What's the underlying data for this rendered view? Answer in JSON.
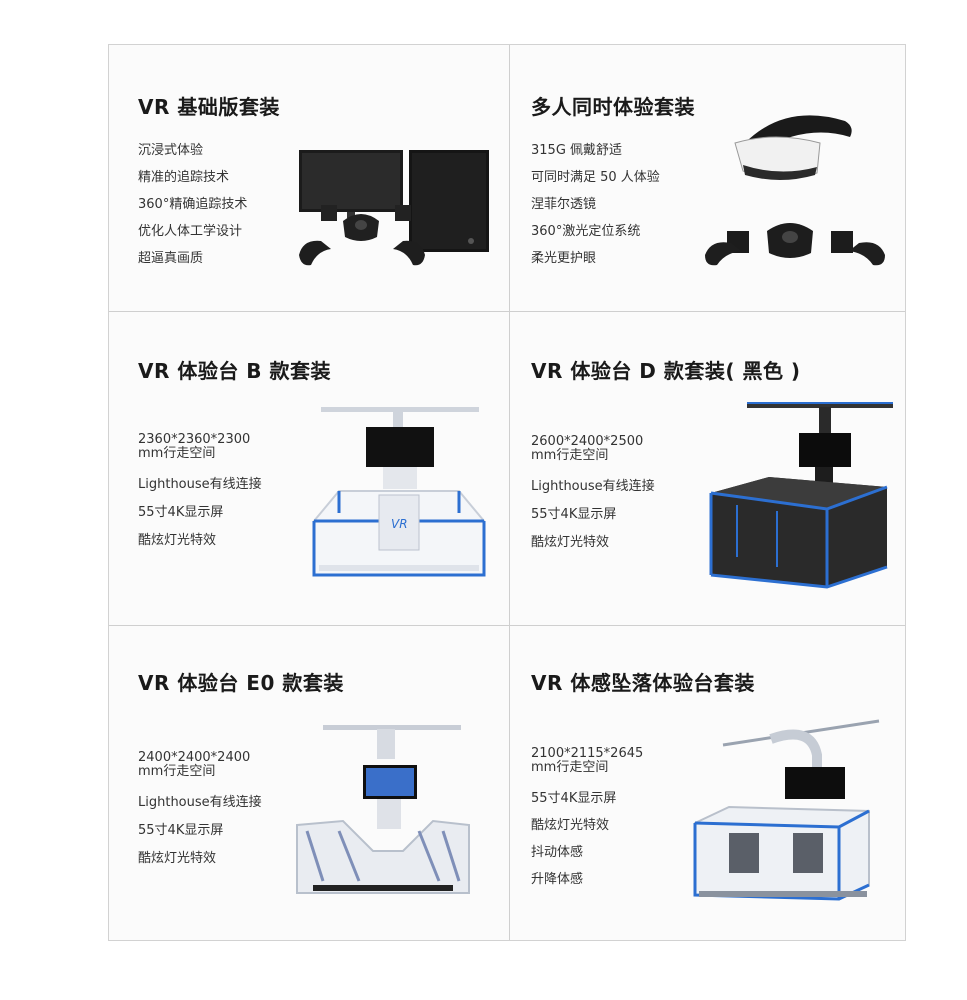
{
  "products": [
    {
      "title": "VR 基础版套装",
      "features": [
        "沉浸式体验",
        "精准的追踪技术",
        "360°精确追踪技术",
        "优化人体工学设计",
        "超逼真画质"
      ],
      "image_icon": "vr-pc-kit-icon"
    },
    {
      "title": "多人同时体验套装",
      "features": [
        "315G 佩戴舒适",
        "可同时满足 50 人体验",
        "涅菲尔透镜",
        "360°激光定位系统",
        "柔光更护眼"
      ],
      "image_icon": "vr-headset-kit-icon"
    },
    {
      "title": "VR 体验台 B 款套装",
      "features": [
        "2360*2360*2300 mm行走空间",
        "Lighthouse有线连接",
        "55寸4K显示屏",
        "酷炫灯光特效"
      ],
      "image_icon": "vr-platform-b-icon"
    },
    {
      "title": "VR 体验台 D 款套装( 黑色 )",
      "features": [
        "2600*2400*2500 mm行走空间",
        "Lighthouse有线连接",
        "55寸4K显示屏",
        "酷炫灯光特效"
      ],
      "image_icon": "vr-platform-d-icon"
    },
    {
      "title": "VR 体验台 E0 款套装",
      "features": [
        "2400*2400*2400 mm行走空间",
        "Lighthouse有线连接",
        "55寸4K显示屏",
        "酷炫灯光特效"
      ],
      "image_icon": "vr-platform-e0-icon"
    },
    {
      "title": "VR 体感坠落体验台套装",
      "features": [
        "2100*2115*2645 mm行走空间",
        "55寸4K显示屏",
        "酷炫灯光特效",
        "抖动体感",
        "升降体感"
      ],
      "image_icon": "vr-drop-platform-icon"
    }
  ],
  "colors": {
    "border": "#cfcfcf",
    "accent_blue": "#2c6fd1",
    "background": "#fbfbfb"
  }
}
